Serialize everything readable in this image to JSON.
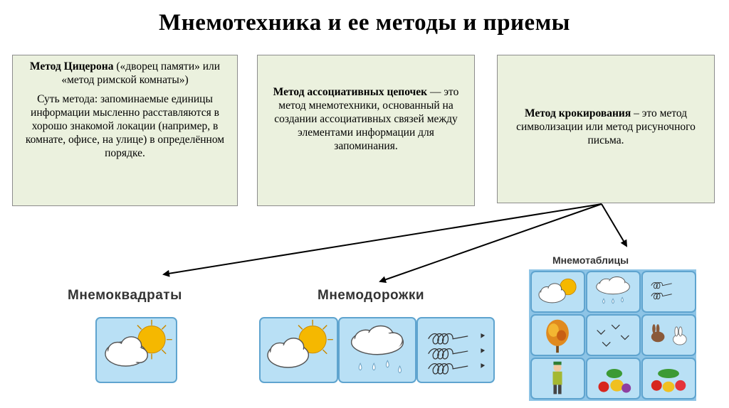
{
  "title": "Мнемотехника и ее методы и приемы",
  "boxes": [
    {
      "heading": "Метод Цицерона",
      "heading_rest": " («дворец памяти» или «метод римской комнаты»)",
      "body": "Суть метода: запоминаемые единицы информации мысленно расставляются в хорошо знакомой локации (например, в комнате, офисе, на улице) в определённом порядке."
    },
    {
      "heading": "Метод ассоциативных цепочек",
      "heading_rest": " — это метод мнемотехники, основанный на создании ассоциативных связей между элементами информации для запоминания."
    },
    {
      "heading": "Метод крокирования",
      "heading_rest": " – это метод символизации или метод рисуночного письма."
    }
  ],
  "labels": {
    "squares": "Мнемоквадраты",
    "tracks": "Мнемодорожки",
    "tables": "Мнемотаблицы"
  },
  "icons": {
    "sun_cloud": "sun-behind-cloud-icon",
    "rain_cloud": "rain-cloud-icon",
    "wind": "wind-swirl-icon",
    "tree": "autumn-tree-icon",
    "birds": "birds-icon",
    "hares": "hares-icon",
    "boy": "boy-in-coat-icon",
    "fruits": "fruits-icon",
    "vegetables": "vegetables-icon"
  },
  "colors": {
    "box_fill": "#ebf1de",
    "tile_fill": "#b9e0f5",
    "tile_border": "#5fa4cf",
    "sun": "#f5b800"
  }
}
